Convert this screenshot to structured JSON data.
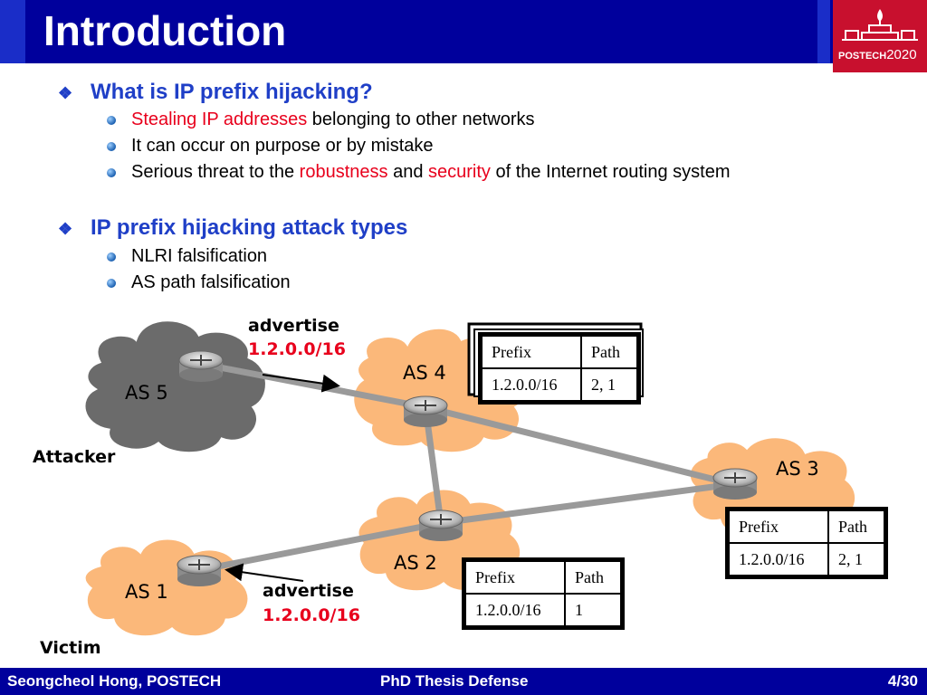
{
  "header": {
    "title": "Introduction"
  },
  "logo": {
    "brand": "POSTECH",
    "year": "2020"
  },
  "sections": [
    {
      "heading": "What is IP prefix hijacking?",
      "items": [
        {
          "parts": [
            {
              "t": "Stealing IP addresses",
              "red": true
            },
            {
              "t": " belonging to other networks",
              "red": false
            }
          ]
        },
        {
          "parts": [
            {
              "t": "It can occur on purpose or by mistake",
              "red": false
            }
          ]
        },
        {
          "parts": [
            {
              "t": "Serious threat to the ",
              "red": false
            },
            {
              "t": "robustness",
              "red": true
            },
            {
              "t": " and ",
              "red": false
            },
            {
              "t": "security",
              "red": true
            },
            {
              "t": " of the Internet routing system",
              "red": false
            }
          ]
        }
      ]
    },
    {
      "heading": "IP prefix hijacking attack types",
      "items": [
        {
          "parts": [
            {
              "t": "NLRI falsification",
              "red": false
            }
          ]
        },
        {
          "parts": [
            {
              "t": "AS path falsification",
              "red": false
            }
          ]
        }
      ]
    }
  ],
  "diagram": {
    "as_labels": {
      "as5": "AS 5",
      "as4": "AS 4",
      "as3": "AS 3",
      "as2": "AS 2",
      "as1": "AS 1"
    },
    "roles": {
      "attacker": "Attacker",
      "victim": "Victim"
    },
    "advertise_top": {
      "word": "advertise",
      "prefix": "1.2.0.0/16"
    },
    "advertise_bottom": {
      "word": "advertise",
      "prefix": "1.2.0.0/16"
    },
    "table_headers": {
      "prefix": "Prefix",
      "path": "Path"
    },
    "table_as4": {
      "prefix": "1.2.0.0/16",
      "path": "2, 1"
    },
    "table_as3": {
      "prefix": "1.2.0.0/16",
      "path": "2, 1"
    },
    "table_as2": {
      "prefix": "1.2.0.0/16",
      "path": "1"
    }
  },
  "colors": {
    "title_bg": "#00009c",
    "heading": "#1f3fc7",
    "emphasis": "#e8001c",
    "cloud_gray": "#6b6b6b",
    "cloud_orange": "#fbb87a"
  },
  "footer": {
    "author": "Seongcheol Hong, POSTECH",
    "event": "PhD Thesis Defense",
    "page": "4/30"
  }
}
